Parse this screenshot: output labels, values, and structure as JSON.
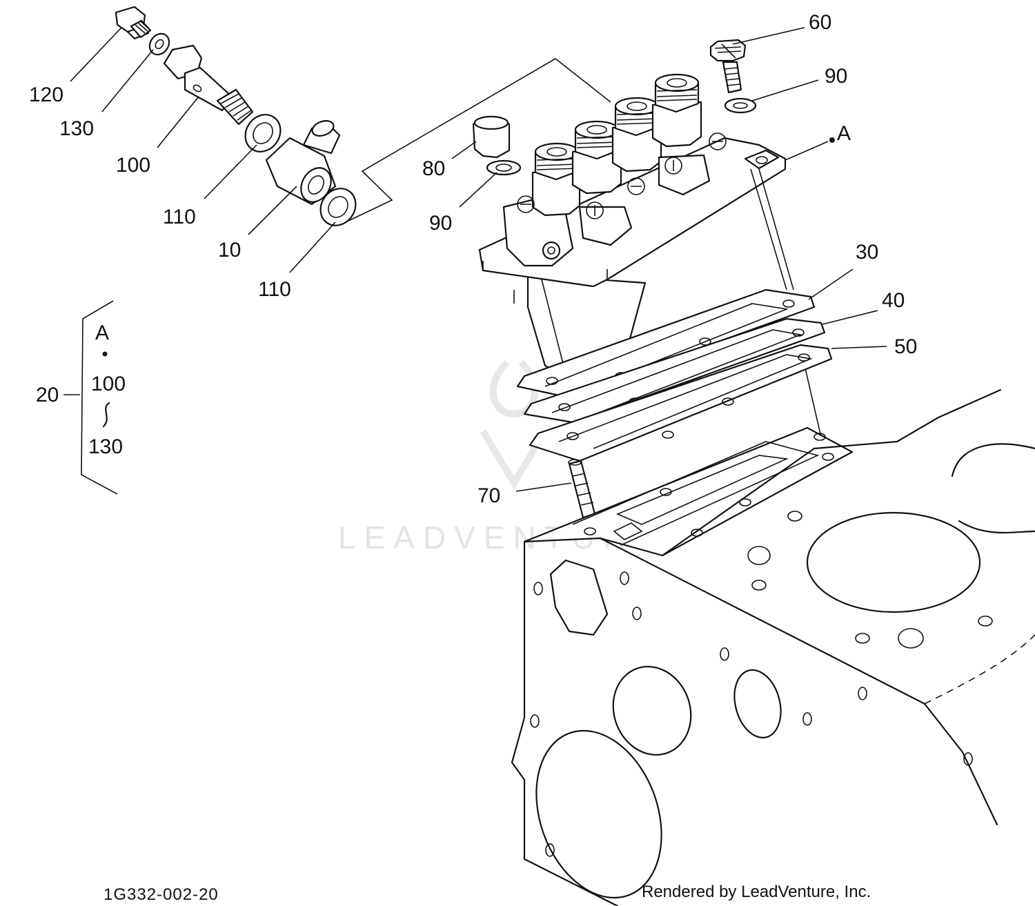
{
  "callouts": {
    "c120": "120",
    "c130": "130",
    "c100": "100",
    "c110a": "110",
    "c10": "10",
    "c110b": "110",
    "c80": "80",
    "c90a": "90",
    "c60": "60",
    "c90b": "90",
    "ca": "A",
    "c30": "30",
    "c40": "40",
    "c50": "50",
    "c70": "70"
  },
  "assembly": {
    "label": "20",
    "ref": "A",
    "from": "100",
    "to": "130"
  },
  "watermark": {
    "text": "LEADVENTURE"
  },
  "footer": {
    "diagram_code": "1G332-002-20",
    "credit": "Rendered by LeadVenture, Inc."
  }
}
